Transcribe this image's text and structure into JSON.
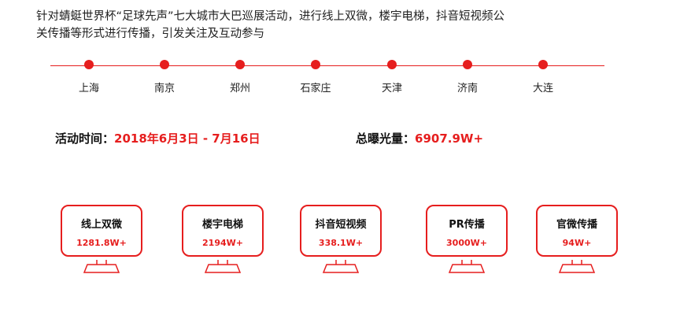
{
  "intro": {
    "line1": "针对蜻蜓世界杯“足球先声”七大城市大巴巡展活动，进行线上双微，楼宇电梯，抖音短视频公",
    "line2": "关传播等形式进行传播，引发关注及互动参与"
  },
  "timeline": {
    "cities": [
      "上海",
      "南京",
      "郑州",
      "石家庄",
      "天津",
      "济南",
      "大连"
    ]
  },
  "stats": {
    "time_label": "活动时间：",
    "time_value": "2018年6月3日 - 7月16日",
    "exposure_label": "总曝光量：",
    "exposure_value": "6907.9W+"
  },
  "channels": [
    {
      "title": "线上双微",
      "value": "1281.8W+"
    },
    {
      "title": "楼宇电梯",
      "value": "2194W+"
    },
    {
      "title": "抖音短视频",
      "value": "338.1W+"
    },
    {
      "title": "PR传播",
      "value": "3000W+"
    },
    {
      "title": "官微传播",
      "value": "94W+"
    }
  ],
  "colors": {
    "accent": "#e61e1e"
  }
}
